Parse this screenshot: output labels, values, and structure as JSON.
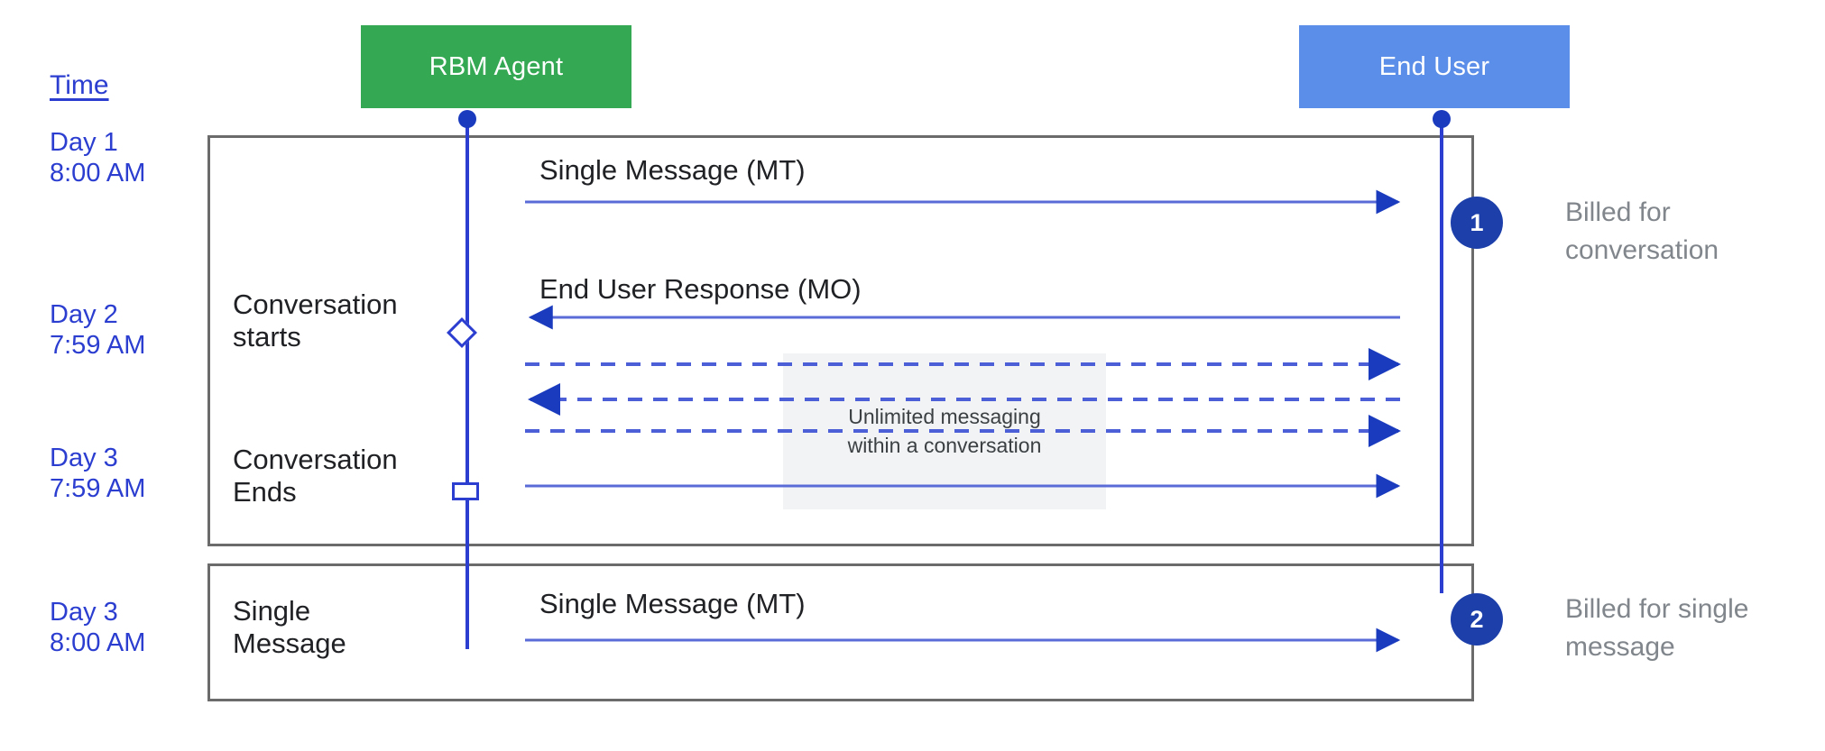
{
  "diagram": {
    "title_column": "Time",
    "actors": [
      {
        "id": "rbm-agent",
        "label": "RBM Agent",
        "color": "#34a853"
      },
      {
        "id": "end-user",
        "label": "End User",
        "color": "#5b8ee8"
      }
    ],
    "time_labels": [
      {
        "id": "day1-800am",
        "text": "Day 1\n8:00 AM"
      },
      {
        "id": "day2-759am",
        "text": "Day 2\n7:59 AM"
      },
      {
        "id": "day3-759am",
        "text": "Day 3\n7:59 AM"
      },
      {
        "id": "day3-800am",
        "text": "Day 3\n8:00 AM"
      }
    ],
    "phases": [
      {
        "id": "conversation-starts",
        "text": "Conversation\nstarts"
      },
      {
        "id": "conversation-ends",
        "text": "Conversation\nEnds"
      },
      {
        "id": "single-message",
        "text": "Single\nMessage"
      }
    ],
    "messages": [
      {
        "id": "single-message-mt-1",
        "label": "Single Message (MT)",
        "direction": "agent-to-user",
        "style": "solid"
      },
      {
        "id": "end-user-response-mo",
        "label": "End User Response (MO)",
        "direction": "user-to-agent",
        "style": "solid"
      },
      {
        "id": "unlimited-1",
        "label": "",
        "direction": "agent-to-user",
        "style": "dashed"
      },
      {
        "id": "unlimited-2",
        "label": "",
        "direction": "user-to-agent",
        "style": "dashed"
      },
      {
        "id": "unlimited-3",
        "label": "",
        "direction": "agent-to-user",
        "style": "dashed"
      },
      {
        "id": "unlimited-4",
        "label": "",
        "direction": "agent-to-user",
        "style": "solid"
      },
      {
        "id": "single-message-mt-2",
        "label": "Single Message (MT)",
        "direction": "agent-to-user",
        "style": "solid"
      }
    ],
    "note": "Unlimited messaging\nwithin a conversation",
    "billing": [
      {
        "number": "1",
        "caption": "Billed for\nconversation"
      },
      {
        "number": "2",
        "caption": "Billed for single\nmessage"
      }
    ],
    "colors": {
      "agent": "#34a853",
      "user": "#5b8ee8",
      "line": "#2b3ed0",
      "badge": "#1c3faa",
      "time_text": "#2b3ed0",
      "caption_text": "#80868b",
      "note_bg": "#f1f3f4",
      "group_border": "#6b6b6b"
    }
  }
}
